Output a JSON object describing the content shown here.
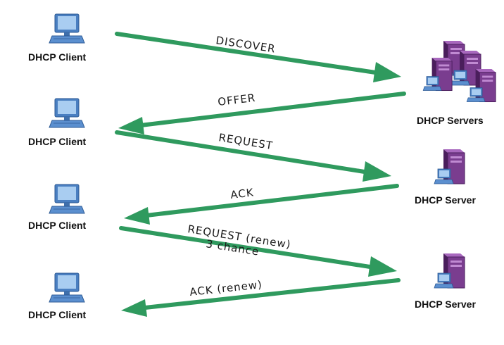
{
  "clients": [
    {
      "label": "DHCP Client"
    },
    {
      "label": "DHCP Client"
    },
    {
      "label": "DHCP Client"
    },
    {
      "label": "DHCP Client"
    }
  ],
  "servers": [
    {
      "label": "DHCP Servers",
      "icon": "server-cluster-icon"
    },
    {
      "label": "DHCP Server",
      "icon": "server-icon"
    },
    {
      "label": "DHCP Server",
      "icon": "server-icon"
    }
  ],
  "messages": [
    {
      "label": "DISCOVER",
      "direction": "client-to-server"
    },
    {
      "label": "OFFER",
      "direction": "server-to-client"
    },
    {
      "label": "REQUEST",
      "direction": "client-to-server"
    },
    {
      "label": "ACK",
      "direction": "server-to-client"
    },
    {
      "label": "REQUEST (renew)",
      "sublabel": "3 chance",
      "direction": "client-to-server"
    },
    {
      "label": "ACK (renew)",
      "direction": "server-to-client"
    }
  ],
  "colors": {
    "arrow": "#2f9a5e",
    "monitor_frame": "#4a7fc1",
    "monitor_screen": "#9cc3ec",
    "server_body": "#7a3d8f",
    "server_dark": "#4a1e5c",
    "label_text": "#111111"
  }
}
